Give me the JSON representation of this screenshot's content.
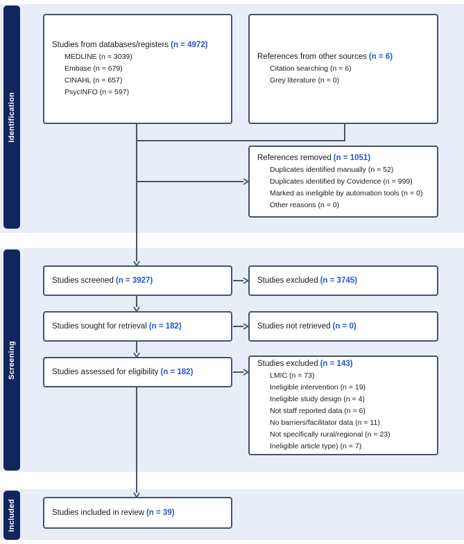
{
  "colors": {
    "navy": "#12265E",
    "band": "#E8EDF8",
    "line": "#44546A",
    "count": "#2456D5",
    "ink": "#1A1A1A",
    "bg": "#FFFFFF"
  },
  "sections": [
    {
      "label": "Identification"
    },
    {
      "label": "Screening"
    },
    {
      "label": "Included"
    }
  ],
  "boxes": {
    "databases": {
      "title": "Studies from databases/registers",
      "count": "(n = 4972)",
      "items": [
        "MEDLINE (n = 3039)",
        "Embase (n = 679)",
        "CINAHL (n = 657)",
        "PsycINFO (n = 597)"
      ]
    },
    "other_sources": {
      "title": "References from other sources",
      "count": "(n = 6)",
      "items": [
        "Citation searching (n = 6)",
        "Grey literature (n = 0)"
      ]
    },
    "references_removed": {
      "title": "References removed",
      "count": "(n = 1051)",
      "items": [
        "Duplicates identified manually (n = 52)",
        "Duplicates identified by Covidence (n = 999)",
        "Marked as ineligible by automation tools (n = 0)",
        "Other reasons (n = 0)"
      ]
    },
    "screened": {
      "title": "Studies screened",
      "count": "(n = 3927)"
    },
    "excluded_screening": {
      "title": "Studies excluded",
      "count": "(n = 3745)"
    },
    "sought": {
      "title": "Studies sought for retrieval",
      "count": "(n = 182)"
    },
    "not_retrieved": {
      "title": "Studies not retrieved",
      "count": "(n = 0)"
    },
    "assessed": {
      "title": "Studies assessed for eligibility",
      "count": "(n = 182)"
    },
    "excluded_eligibility": {
      "title": "Studies excluded",
      "count": "(n = 143)",
      "items": [
        "LMIC (n = 73)",
        "Ineligible intervention (n = 19)",
        "Ineligible study design (n = 4)",
        "Not staff reported data (n = 6)",
        "No barriers/facilitator data (n = 11)",
        "Not specifically rural/regional (n = 23)",
        "Ineligible article type) (n = 7)"
      ]
    },
    "included": {
      "title": "Studies included in review",
      "count": "(n = 39)"
    }
  }
}
